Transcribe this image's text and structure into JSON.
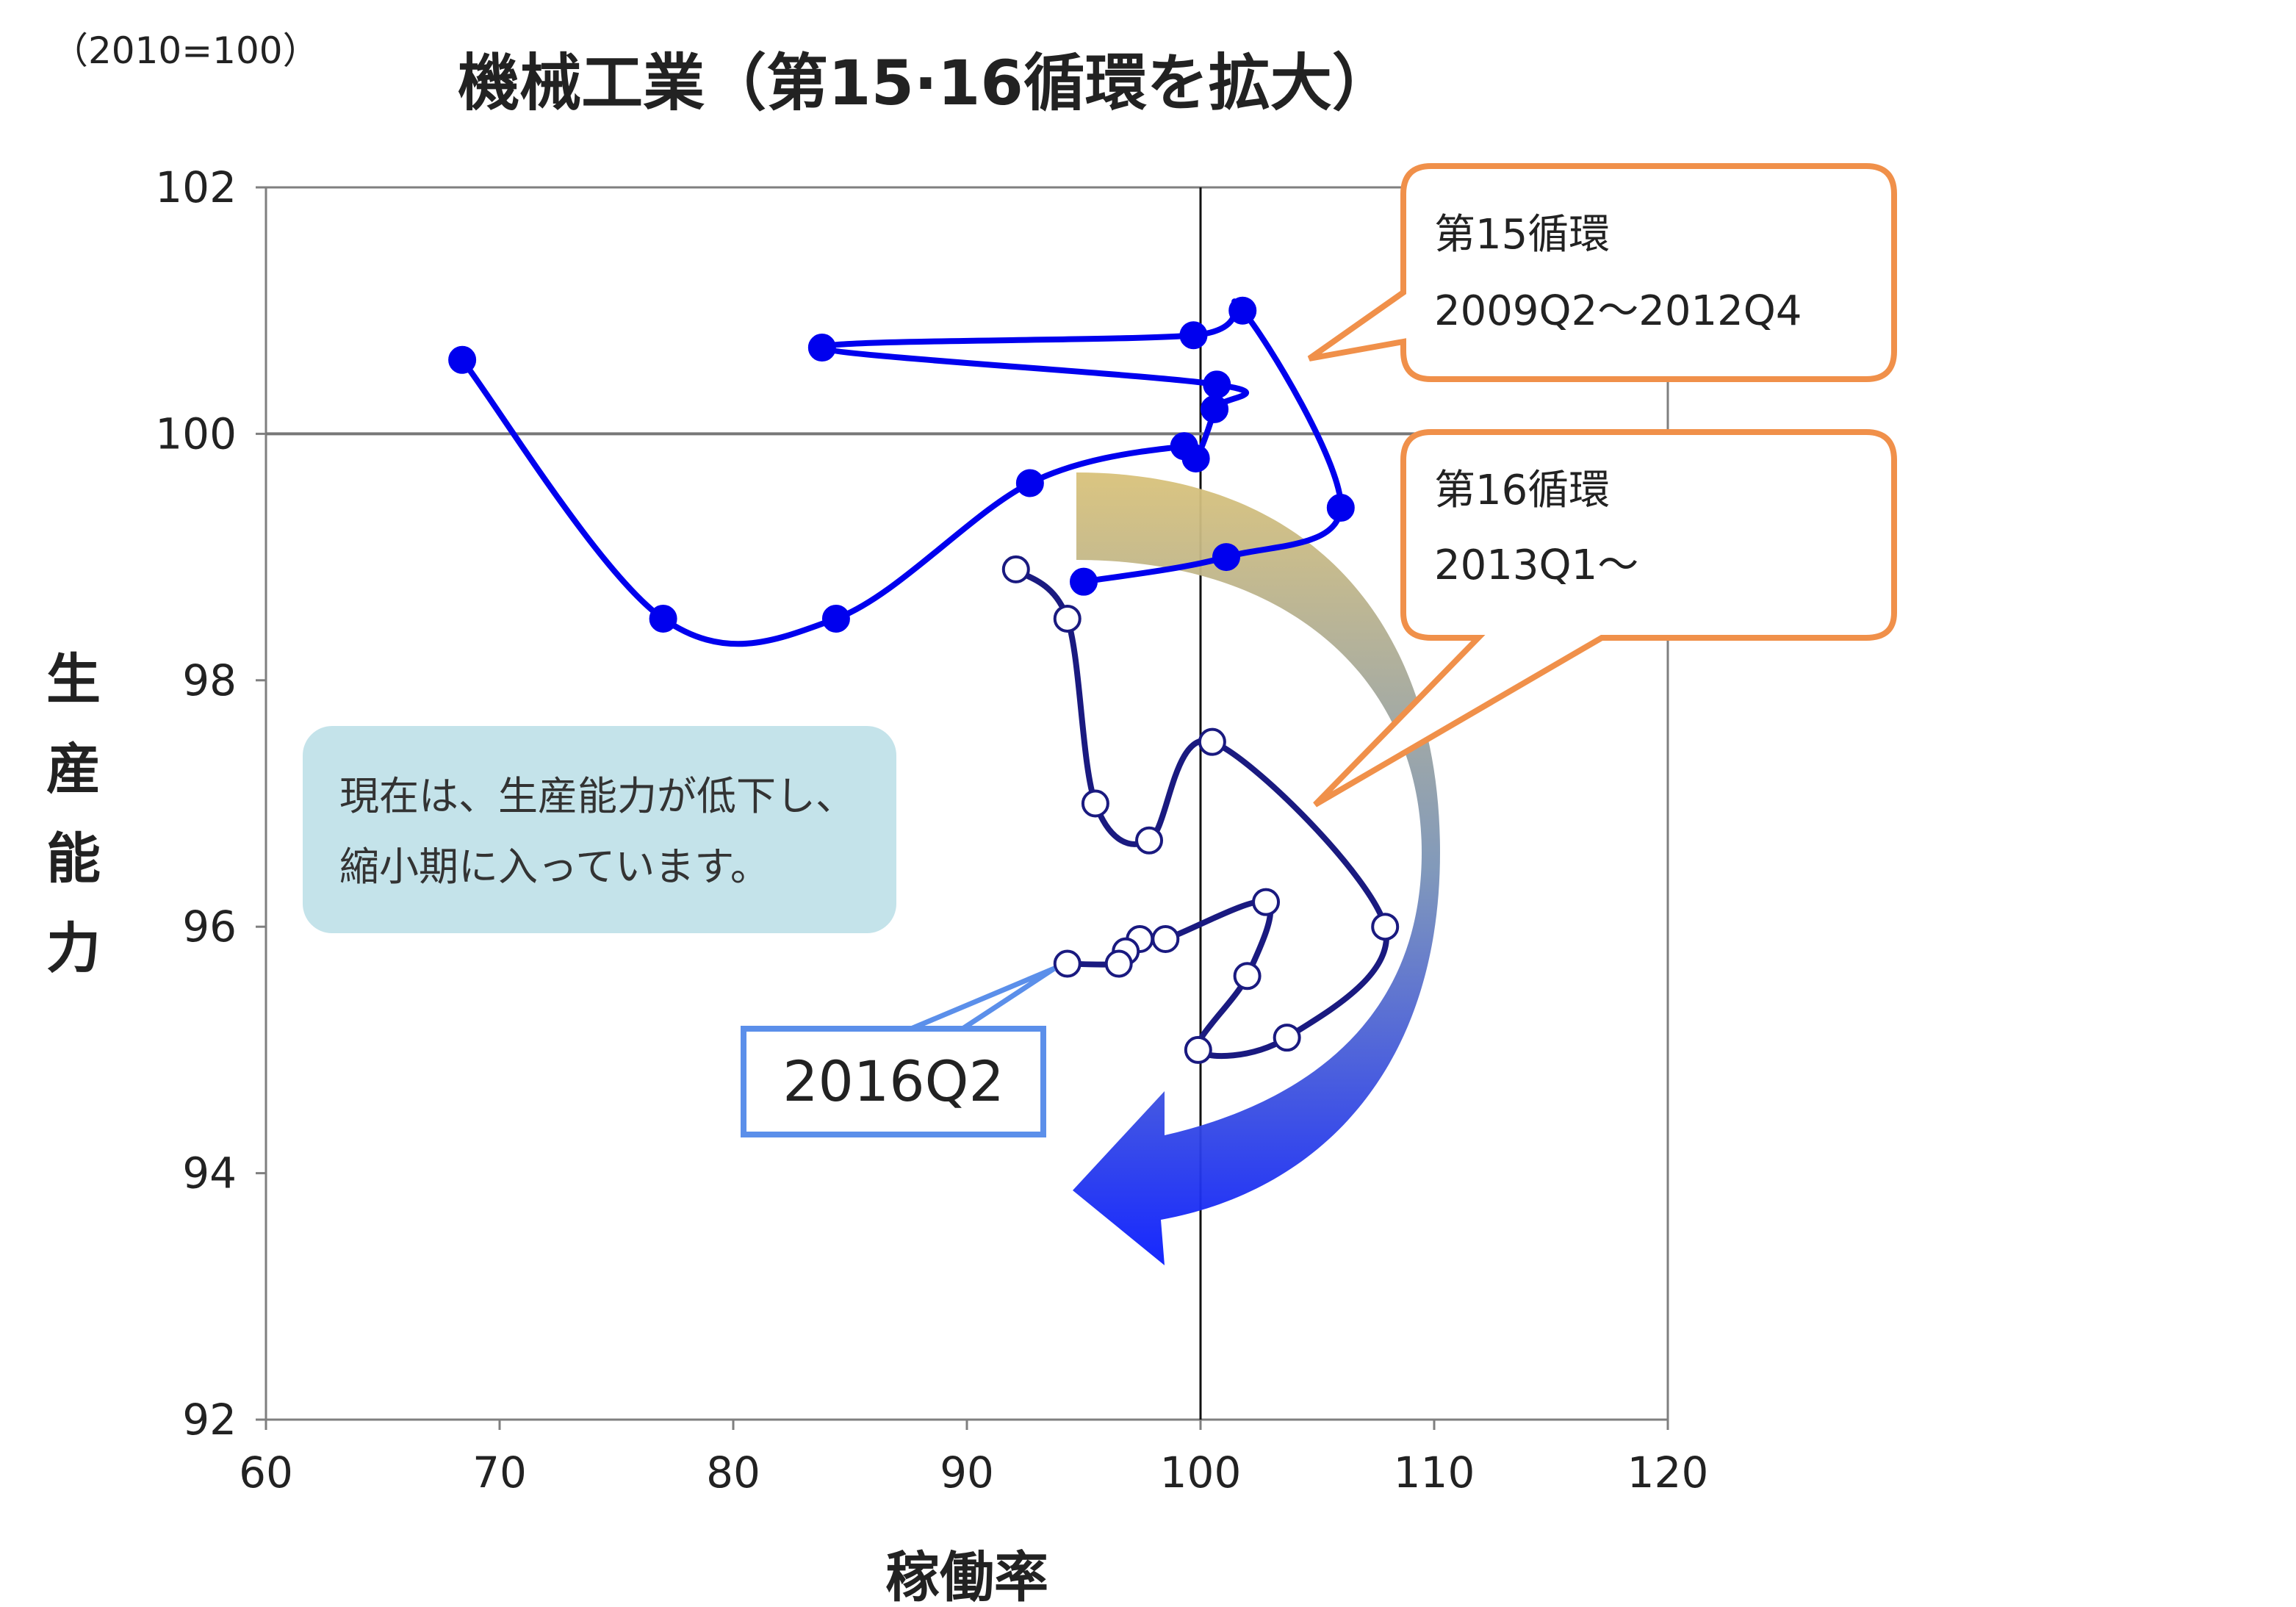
{
  "chart_data": {
    "type": "scatter",
    "title": "機械工業（第15·16循環を拡大）",
    "unit_note": "（2010=100）",
    "xlabel": "稼働率",
    "ylabel": "生産能力",
    "xlim": [
      60,
      120
    ],
    "ylim": [
      92,
      102
    ],
    "x_ticks": [
      60,
      70,
      80,
      90,
      100,
      110,
      120
    ],
    "y_ticks": [
      92,
      94,
      96,
      98,
      100,
      102
    ],
    "x_tick_labels": [
      "60",
      "70",
      "80",
      "90",
      "100",
      "110",
      "120"
    ],
    "y_tick_labels": [
      "92",
      "94",
      "96",
      "98",
      "100",
      "102"
    ],
    "reference_lines": {
      "x": 100,
      "y": 100
    },
    "grid": false,
    "series": [
      {
        "name": "第15循環",
        "period": "2009Q2～2012Q4",
        "marker": "filled",
        "color": "#0000ee",
        "points": [
          [
            68.4,
            100.6
          ],
          [
            77.0,
            98.5
          ],
          [
            84.4,
            98.5
          ],
          [
            92.7,
            99.6
          ],
          [
            99.3,
            99.9
          ],
          [
            99.8,
            99.8
          ],
          [
            100.6,
            100.2
          ],
          [
            100.7,
            100.4
          ],
          [
            83.8,
            100.7
          ],
          [
            99.7,
            100.8
          ],
          [
            101.8,
            101.0
          ],
          [
            106.0,
            99.4
          ],
          [
            101.1,
            99.0
          ],
          [
            95.0,
            98.8
          ]
        ]
      },
      {
        "name": "第16循環",
        "period": "2013Q1～",
        "marker": "hollow",
        "color": "#1a1a80",
        "points": [
          [
            92.1,
            98.9
          ],
          [
            94.3,
            98.5
          ],
          [
            95.5,
            97.0
          ],
          [
            97.8,
            96.7
          ],
          [
            100.5,
            97.5
          ],
          [
            107.9,
            96.0
          ],
          [
            103.7,
            95.1
          ],
          [
            99.9,
            95.0
          ],
          [
            102.0,
            95.6
          ],
          [
            102.8,
            96.2
          ],
          [
            98.5,
            95.9
          ],
          [
            97.4,
            95.9
          ],
          [
            96.8,
            95.8
          ],
          [
            96.5,
            95.7
          ],
          [
            94.3,
            95.7
          ]
        ]
      }
    ],
    "annotations": {
      "callout_15_name": "第15循環",
      "callout_15_period": "2009Q2～2012Q4",
      "callout_16_name": "第16循環",
      "callout_16_period": "2013Q1～",
      "latest_label": "2016Q2",
      "note_line1": "現在は、生産能力が低下し、",
      "note_line2": "縮小期に入っています。"
    },
    "colors": {
      "callout_border": "#f0904a",
      "latest_border": "#5b8fea",
      "note_bg": "#c4e3ea",
      "arrow_top": "#d9c27a",
      "arrow_bottom": "#0a1cff"
    }
  }
}
